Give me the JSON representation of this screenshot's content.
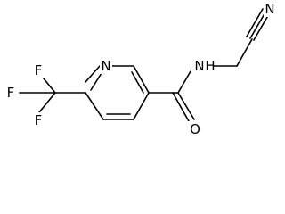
{
  "molecule": {
    "name": "",
    "atoms": {
      "n_ring": "N",
      "n_amide": "N",
      "h_amide": "H",
      "n_nitrile": "N",
      "o_carbonyl": "O",
      "f_left": "F",
      "f_top": "F",
      "f_bottom": "F"
    }
  },
  "colors": {
    "bond": "#000000",
    "text": "#000000",
    "background": "#ffffff"
  }
}
